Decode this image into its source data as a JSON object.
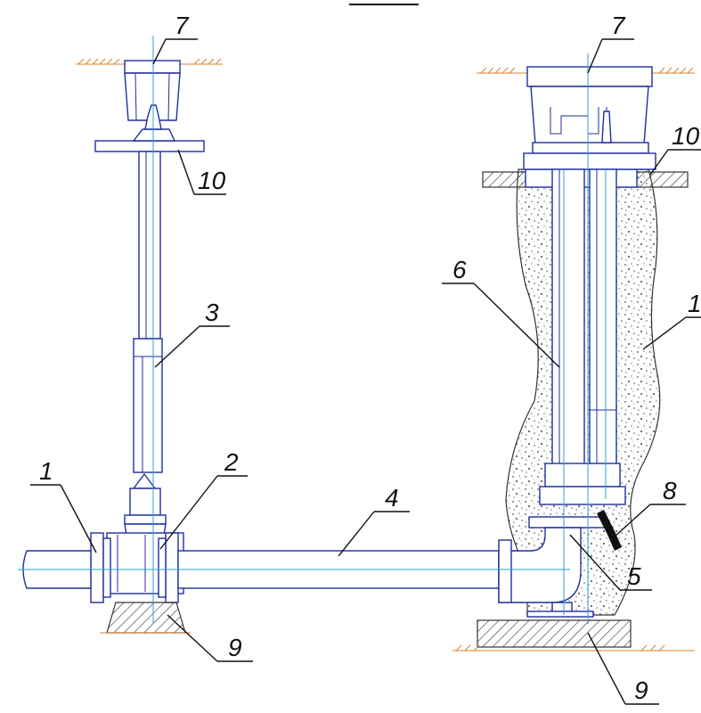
{
  "labels": {
    "valve_left": "1",
    "valve_right": "1",
    "gate_valve": "2",
    "extension_rod": "3",
    "pipe": "4",
    "bend": "5",
    "casing": "6",
    "cover_left": "7",
    "cover_right": "7",
    "seal": "8",
    "support_left": "9",
    "support_right": "9",
    "slab_left": "10",
    "slab_right": "10"
  },
  "colors": {
    "outline": "#1f2f9e",
    "axis": "#29a3d6",
    "soil": "#d9822b",
    "ink": "#111111"
  }
}
